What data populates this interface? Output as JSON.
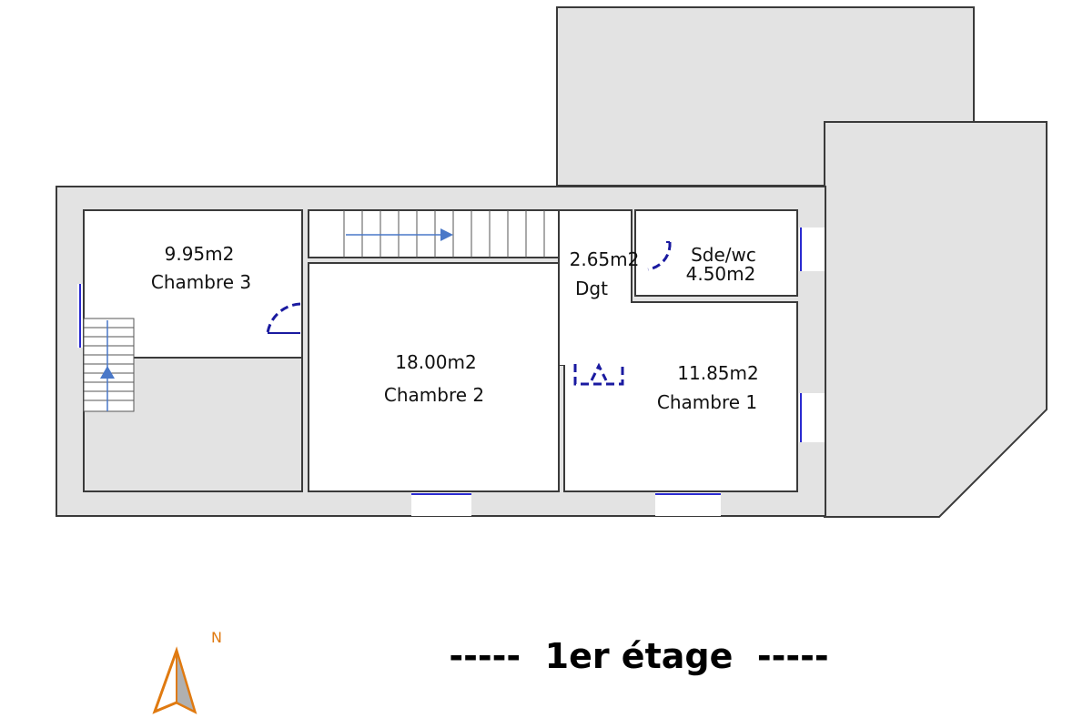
{
  "rooms": [
    {
      "id": "chambre3",
      "area": "9.95m2",
      "name": "Chambre 3"
    },
    {
      "id": "dgt",
      "area": "2.65m2",
      "name": "Dgt"
    },
    {
      "id": "sde",
      "area": "4.50m2",
      "name": "Sde/wc"
    },
    {
      "id": "chambre2",
      "area": "18.00m2",
      "name": "Chambre 2"
    },
    {
      "id": "chambre1",
      "area": "11.85m2",
      "name": "Chambre 1"
    }
  ],
  "floor_title": "-----  1er étage  -----",
  "compass": {
    "label": "N",
    "color": "#e07a10"
  },
  "colors": {
    "wall": "#e3e3e3",
    "outline": "#3a3a3a",
    "door": "#1a1aa0",
    "window": "#2a2ad0",
    "stair_arrow": "#4a78c8"
  }
}
